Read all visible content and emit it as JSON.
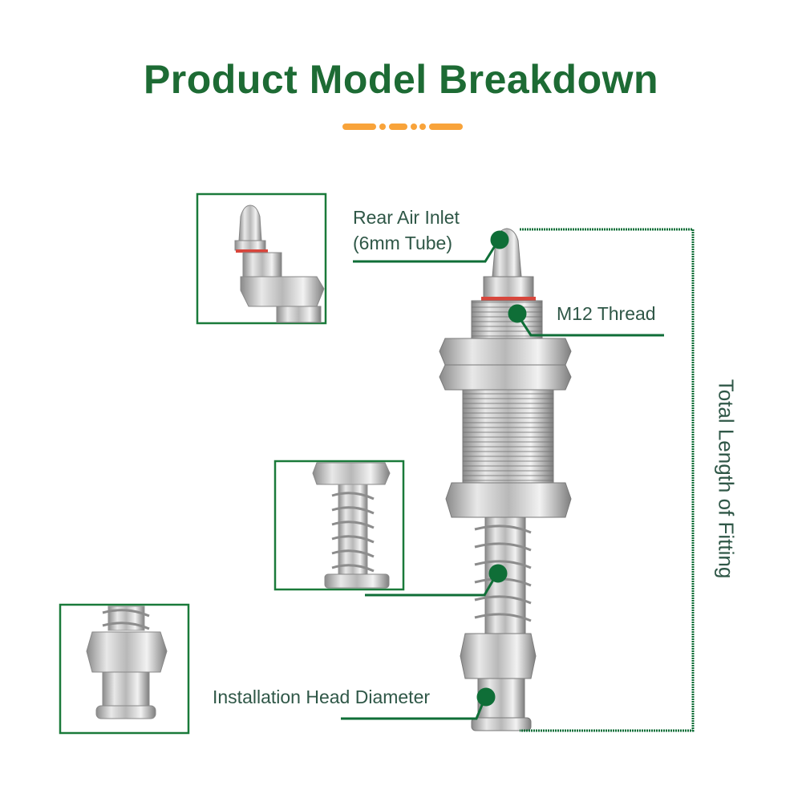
{
  "header": {
    "title": "Product Model Breakdown"
  },
  "colors": {
    "accent_green": "#0f6e37",
    "title_green": "#1d6b34",
    "divider_orange": "#f8a33a",
    "label_text": "#2f5747"
  },
  "callouts": {
    "rear_air_inlet_line1": "Rear Air Inlet",
    "rear_air_inlet_line2": "(6mm Tube)",
    "thread": "M12 Thread",
    "installation_head": "Installation Head Diameter",
    "total_length": "Total Length of Fitting"
  }
}
